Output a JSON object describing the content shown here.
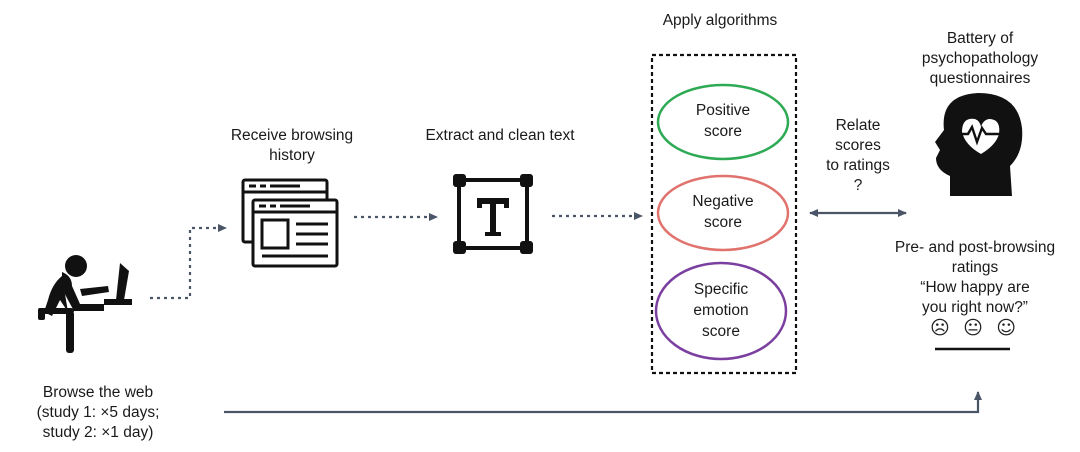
{
  "browse": {
    "line1": "Browse the web",
    "line2": "(study 1: ×5 days;",
    "line3": "study 2:  ×1 day)"
  },
  "receive": {
    "line1": "Receive browsing",
    "line2": "history"
  },
  "extract": {
    "label": "Extract and clean text"
  },
  "algorithms": {
    "title": "Apply algorithms",
    "positive": {
      "line1": "Positive",
      "line2": "score",
      "color": "#2eaa55"
    },
    "negative": {
      "line1": "Negative",
      "line2": "score",
      "color": "#e0736d"
    },
    "specific": {
      "line1": "Specific",
      "line2": "emotion",
      "line3": "score",
      "color": "#7b3fa0"
    }
  },
  "relate": {
    "line1": "Relate",
    "line2": "scores",
    "line3": "to ratings",
    "line4": "?"
  },
  "battery": {
    "line1": "Battery of",
    "line2": "psychopathology",
    "line3": "questionnaires"
  },
  "ratings": {
    "line1": "Pre- and post-browsing",
    "line2": "ratings",
    "line3": "“How happy are",
    "line4": "you right now?”",
    "faces": [
      "☹",
      "😐",
      "☺"
    ]
  },
  "icons": {
    "person": "person-at-computer-icon",
    "browser": "browser-windows-icon",
    "text": "text-tool-icon",
    "head": "head-heart-icon"
  },
  "colors": {
    "arrow": "#4a5568",
    "dark": "#111111"
  }
}
